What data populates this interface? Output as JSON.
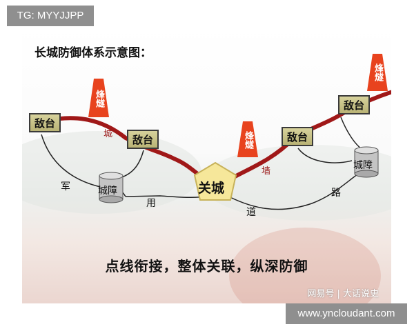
{
  "watermarks": {
    "tg": "TG: MYYJJPP",
    "site": "www.yncloudant.com",
    "source": "网易号 | 大话说史"
  },
  "diagram": {
    "title": "长城防御体系示意图：",
    "caption": "点线衔接，整体关联，纵深防御",
    "watchtower_label": "敌台",
    "beacon_label": "烽燧",
    "fort_label": "城障",
    "pass_label": "关城",
    "wall_chars": [
      "城",
      "墙"
    ],
    "road_chars": [
      "军",
      "用",
      "道",
      "路"
    ],
    "colors": {
      "wall": "#a01818",
      "beacon": "#e8431e",
      "tower_fill": "#c9c385",
      "pass_fill": "#f6e79a",
      "road": "#222222"
    }
  }
}
